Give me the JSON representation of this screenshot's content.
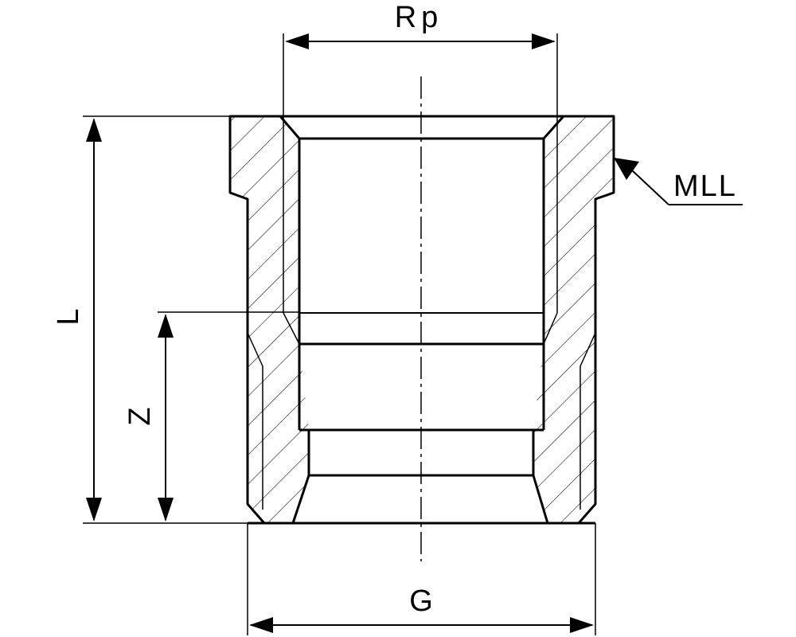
{
  "labels": {
    "rp": "Rp",
    "mll": "MLL",
    "l": "L",
    "z": "Z",
    "g": "G"
  }
}
